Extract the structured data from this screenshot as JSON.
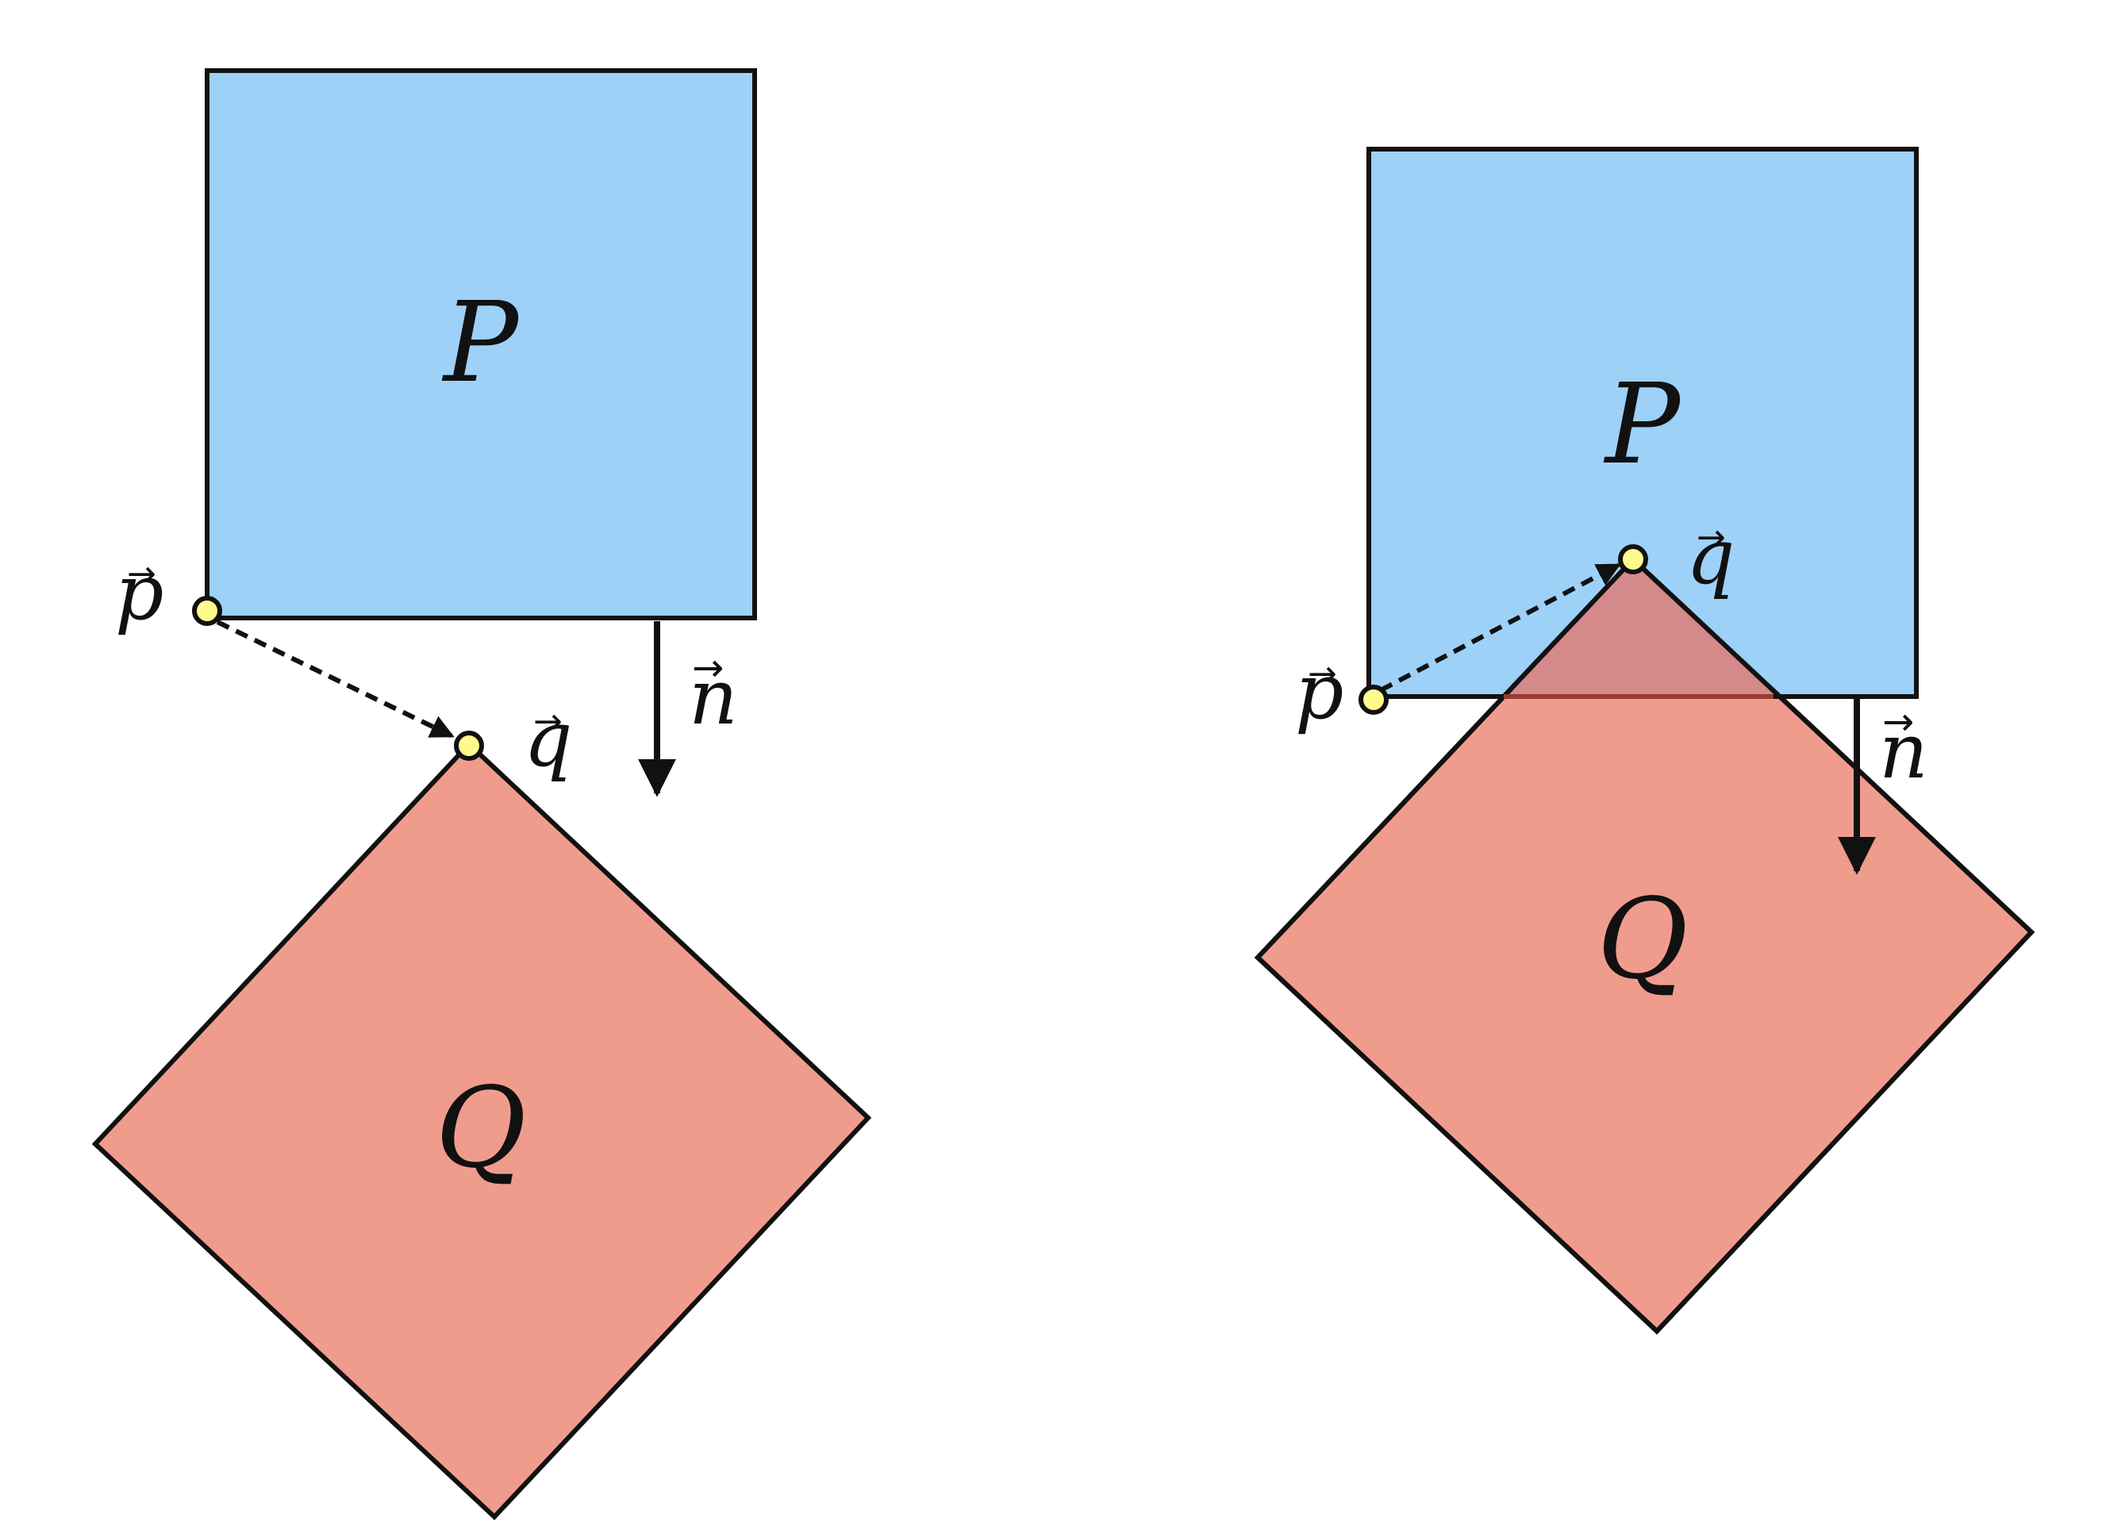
{
  "colors": {
    "P": "#9ed1f8",
    "Q": "#f09c8d",
    "overlap": "#d4898a",
    "point": "#fffa8c",
    "stroke": "#111111",
    "background": "#ffffff"
  },
  "panels": [
    {
      "id": "left",
      "shape_p_label": "P",
      "shape_q_label": "Q",
      "point_p_label": "p",
      "point_q_label": "q",
      "normal_label": "n",
      "overlapping": false
    },
    {
      "id": "right",
      "shape_p_label": "P",
      "shape_q_label": "Q",
      "point_p_label": "p",
      "point_q_label": "q",
      "normal_label": "n",
      "overlapping": true
    }
  ]
}
